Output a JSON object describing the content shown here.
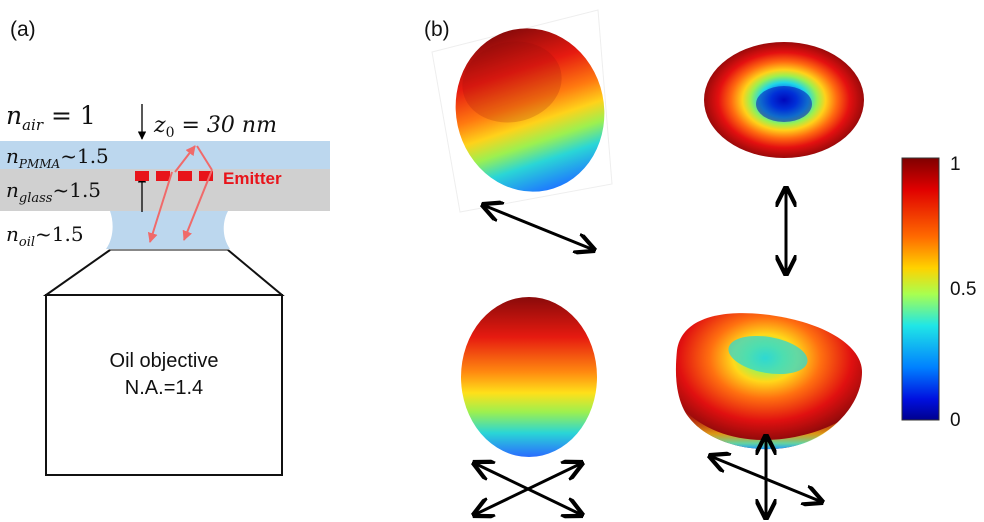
{
  "panel_a": {
    "label": "(a)",
    "n_air": {
      "base": "n",
      "sub": "air",
      "rest": " = 1"
    },
    "z0": {
      "base": "z",
      "sub": "0",
      "rest": " = 30 nm"
    },
    "n_pmma": {
      "base": "n",
      "sub": "PMMA",
      "rest": "~1.5"
    },
    "n_glass": {
      "base": "n",
      "sub": "glass",
      "rest": "~1.5"
    },
    "n_oil": {
      "base": "n",
      "sub": "oil",
      "rest": "~1.5"
    },
    "emitter_label": "Emitter",
    "objective_line1": "Oil objective",
    "objective_line2": "N.A.=1.4",
    "colors": {
      "pmma": "#bcd7ee",
      "glass": "#d0d0d0",
      "oil": "#bcd7ee",
      "emitter": "#e8141a",
      "rays": "#f06a6a"
    }
  },
  "panel_b": {
    "label": "(b)",
    "colorbar": {
      "max_label": "1",
      "mid_label": "0.5",
      "min_label": "0",
      "colormap": "jet"
    }
  }
}
